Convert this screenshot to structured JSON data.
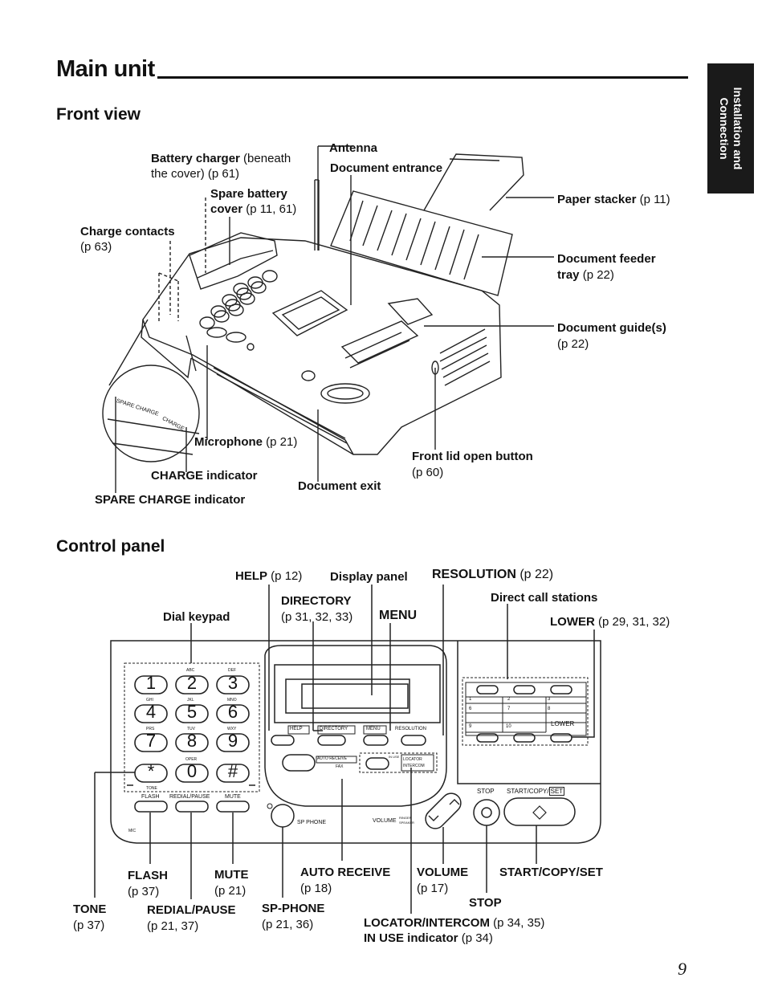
{
  "page": {
    "title": "Main unit",
    "number": "9"
  },
  "side_tab": {
    "line1": "Installation and",
    "line2": "Connection"
  },
  "front_view": {
    "heading": "Front view",
    "labels": {
      "antenna": "Antenna",
      "document_entrance": "Document entrance",
      "battery_charger_bold": "Battery charger",
      "battery_charger_rest": " (beneath",
      "battery_charger_line2": "the cover) (p 61)",
      "spare_battery_line1": "Spare battery",
      "spare_battery_bold2": "cover",
      "spare_battery_rest2": " (p 11, 61)",
      "charge_contacts_bold": "Charge contacts",
      "charge_contacts_line2": "(p 63)",
      "paper_stacker_bold": "Paper stacker",
      "paper_stacker_rest": " (p 11)",
      "document_feeder_line1": "Document feeder",
      "document_feeder_bold2": "tray",
      "document_feeder_rest2": " (p 22)",
      "document_guides_bold": "Document guide(s)",
      "document_guides_line2": "(p 22)",
      "microphone_bold": "Microphone",
      "microphone_rest": " (p 21)",
      "charge_indicator": "CHARGE indicator",
      "spare_charge_indicator": "SPARE CHARGE indicator",
      "document_exit": "Document exit",
      "front_lid_bold": "Front lid open button",
      "front_lid_line2": "(p 60)",
      "zoom_spare_charge": "SPARE CHARGE",
      "zoom_charge": "CHARGE"
    }
  },
  "control_panel": {
    "heading": "Control panel",
    "labels": {
      "help_bold": "HELP",
      "help_rest": " (p 12)",
      "display_panel": "Display panel",
      "resolution_bold": "RESOLUTION",
      "resolution_rest": " (p 22)",
      "directory_line1": "DIRECTORY",
      "directory_line2": "(p 31, 32, 33)",
      "menu": "MENU",
      "direct_call_stations": "Direct call stations",
      "lower_bold": "LOWER",
      "lower_rest": " (p 29, 31, 32)",
      "dial_keypad": "Dial keypad",
      "flash_line1": "FLASH",
      "flash_line2": "(p 37)",
      "mute_line1": "MUTE",
      "mute_line2": "(p 21)",
      "auto_receive_line1": "AUTO RECEIVE",
      "auto_receive_line2": "(p 18)",
      "volume_line1": "VOLUME",
      "volume_line2": "(p 17)",
      "start_copy_set": "START/COPY/SET",
      "tone_line1": "TONE",
      "tone_line2": "(p 37)",
      "redial_line1": "REDIAL/PAUSE",
      "redial_line2": "(p 21, 37)",
      "sp_phone_line1": "SP-PHONE",
      "sp_phone_line2": "(p 21, 36)",
      "stop": "STOP",
      "locator_bold": "LOCATOR/INTERCOM",
      "locator_rest": " (p 34, 35)",
      "in_use_bold": "IN USE indicator",
      "in_use_rest": " (p 34)"
    },
    "panel_text": {
      "keys": [
        "1",
        "2",
        "3",
        "4",
        "5",
        "6",
        "7",
        "8",
        "9",
        "*",
        "0",
        "#"
      ],
      "key_letters": [
        "ABC",
        "DEF",
        "GHI",
        "JKL",
        "MNO",
        "PRS",
        "TUV",
        "WXY",
        "OPER"
      ],
      "tone": "TONE",
      "flash": "FLASH",
      "redial_pause": "REDIAL/PAUSE",
      "mute": "MUTE",
      "mic": "MIC",
      "help": "HELP",
      "directory": "DIRECTORY",
      "menu": "MENU",
      "resolution": "RESOLUTION",
      "auto_receive": "AUTO RECEIVE",
      "fax": "FAX",
      "in_use": "IN USE",
      "locator": "LOCATOR",
      "intercom": "INTERCOM",
      "sp_phone": "SP PHONE",
      "volume": "VOLUME",
      "ringer": "RINGER",
      "speaker": "SPEAKER",
      "stop": "STOP",
      "start_copy": "START/COPY/",
      "set": "SET",
      "lower": "LOWER",
      "station_numbers": [
        "1",
        "2",
        "3",
        "6",
        "7",
        "8",
        "9",
        "10"
      ]
    }
  }
}
